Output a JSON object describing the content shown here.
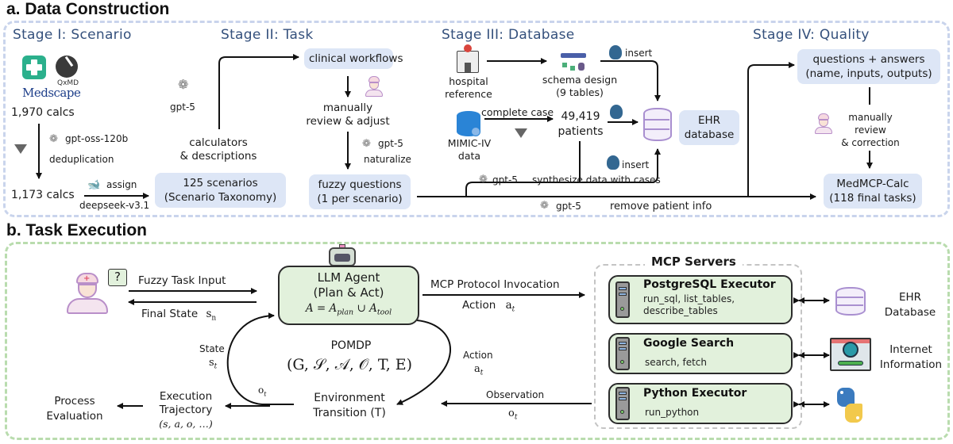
{
  "section_a": {
    "title": "a. Data Construction",
    "stages": [
      {
        "title": "Stage I: Scenario"
      },
      {
        "title": "Stage II: Task"
      },
      {
        "title": "Stage III: Database"
      },
      {
        "title": "Stage IV: Quality"
      }
    ],
    "stage1": {
      "logo_medscape": "Medscape",
      "logo_qxmd": "QxMD",
      "calcs_initial": "1,970 calcs",
      "dedup_model": "gpt-oss-120b",
      "dedup_label": "deduplication",
      "calcs_final": "1,173 calcs",
      "assign_label": "assign",
      "assign_model": "deepseek-v3.1",
      "scenarios_box": [
        "125 scenarios",
        "(Scenario Taxonomy)"
      ]
    },
    "stage2": {
      "gpt_label": "gpt-5",
      "calc_desc": [
        "calculators",
        "& descriptions"
      ],
      "workflows_box": "clinical workflows",
      "review_label": [
        "manually",
        "review & adjust"
      ],
      "naturalize_model": "gpt-5",
      "naturalize_label": "naturalize",
      "fuzzy_box": [
        "fuzzy questions",
        "(1 per scenario)"
      ]
    },
    "stage3": {
      "hospital_label": [
        "hospital",
        "reference"
      ],
      "schema_label": [
        "schema design",
        "(9 tables)"
      ],
      "insert_top": "insert",
      "mimic_label": [
        "MIMIC-IV",
        "data"
      ],
      "complete_case": "complete case",
      "patients_label": [
        "49,419",
        "patients"
      ],
      "ehr_box": [
        "EHR",
        "database"
      ],
      "insert_bottom": "insert",
      "synth_model": "gpt-5",
      "synth_label": "synthesize data with cases",
      "remove_model": "gpt-5",
      "remove_label": "remove patient info"
    },
    "stage4": {
      "qa_box": [
        "questions + answers",
        "(name, inputs, outputs)"
      ],
      "review_label": [
        "manually",
        "review",
        "& correction"
      ],
      "final_box": [
        "MedMCP-Calc",
        "(118 final tasks)"
      ]
    }
  },
  "section_b": {
    "title": "b. Task Execution",
    "user_bubble": "?",
    "fuzzy_input": "Fuzzy Task Input",
    "final_state": "Final State",
    "final_state_sym": "s",
    "final_state_sub": "n",
    "agent_box": {
      "line1": "LLM Agent",
      "line2": "(Plan & Act)",
      "formula_lhs": "A = A",
      "formula_sub1": "plan",
      "formula_union": " ∪ A",
      "formula_sub2": "tool"
    },
    "mcp_invocation": "MCP Protocol Invocation",
    "action_top": "Action",
    "action_top_sym": "a",
    "action_top_sub": "t",
    "pomdp_label": "POMDP",
    "pomdp_tuple": "(G, 𝒮, 𝒜, 𝒪, T, E)",
    "state_label": "State",
    "state_sym": "s",
    "state_sub": "t",
    "obs_small_sym": "o",
    "obs_small_sub": "t",
    "action_right": "Action",
    "action_right_sym": "a",
    "action_right_sub": "t",
    "env_label": [
      "Environment",
      "Transition (T)"
    ],
    "observation_label": "Observation",
    "observation_sym": "o",
    "observation_sub": "t",
    "trajectory_label": [
      "Execution",
      "Trajectory"
    ],
    "trajectory_tuple": "(s, a, o, …)",
    "process_eval": [
      "Process",
      "Evaluation"
    ],
    "mcp_servers_title": "MCP Servers",
    "servers": [
      {
        "name": "PostgreSQL Executor",
        "tools": [
          "run_sql, list_tables,",
          "describe_tables"
        ],
        "target": [
          "EHR",
          "Database"
        ]
      },
      {
        "name": "Google Search",
        "tools": [
          "search, fetch"
        ],
        "target": [
          "Internet",
          "Information"
        ]
      },
      {
        "name": "Python Executor",
        "tools": [
          "run_python"
        ],
        "target": []
      }
    ]
  },
  "colors": {
    "stage_title": "#34507c",
    "blue_box": "#dde6f6",
    "green_box": "#e2f1dc",
    "frame_a": "#c9d4ec",
    "frame_b": "#b9dcae",
    "medscape_green": "#2bb08c",
    "postgres_blue": "#336791",
    "db_purple": "#b9a3d6"
  }
}
